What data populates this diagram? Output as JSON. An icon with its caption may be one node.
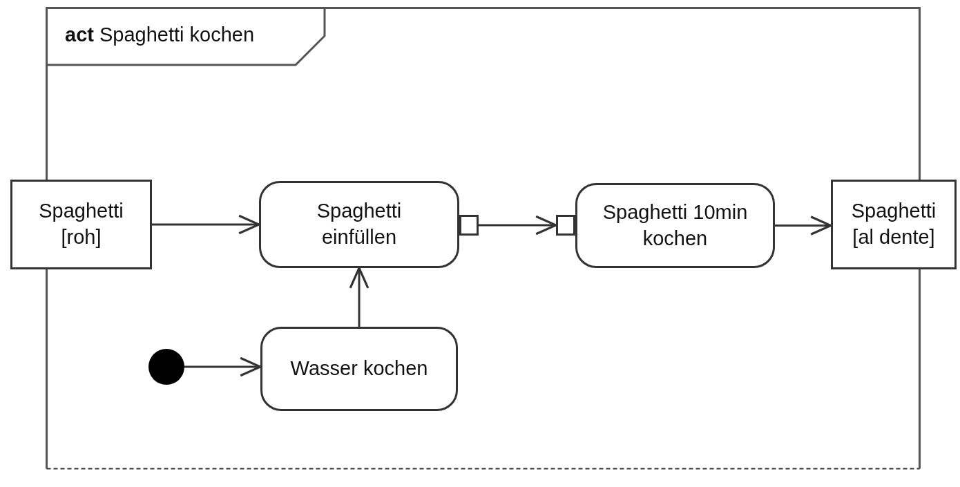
{
  "diagram": {
    "nodes": [
      {
        "text": [
          "**act** Spaghetti kochen"
        ]
      },
      {
        "text": [
          "Spaghetti [roh]"
        ]
      },
      {
        "text": [
          "Spaghetti einfüllen"
        ],
        "in": 0
      },
      {
        "text": [],
        "shape": "box",
        "in": 0
      },
      {
        "text": [],
        "shape": "box",
        "in": 0
      },
      {
        "text": [
          "Spaghetti 10min kochen"
        ],
        "in": 0
      },
      {
        "text": [
          "Spaghetti [al dente]"
        ]
      },
      {
        "text": [],
        "shape": "circle",
        "in": 0
      },
      {
        "text": [
          "Wasser kochen"
        ],
        "in": 0
      }
    ],
    "edges": [
      {
        "from": 1,
        "to": 2,
        "arrow": "to"
      },
      {
        "from": 3,
        "to": 4,
        "arrow": "to"
      },
      {
        "from": 5,
        "to": 6,
        "arrow": "to"
      },
      {
        "from": 7,
        "to": 8,
        "arrow": "to"
      },
      {
        "from": 8,
        "to": 2,
        "arrow": "to"
      }
    ]
  }
}
